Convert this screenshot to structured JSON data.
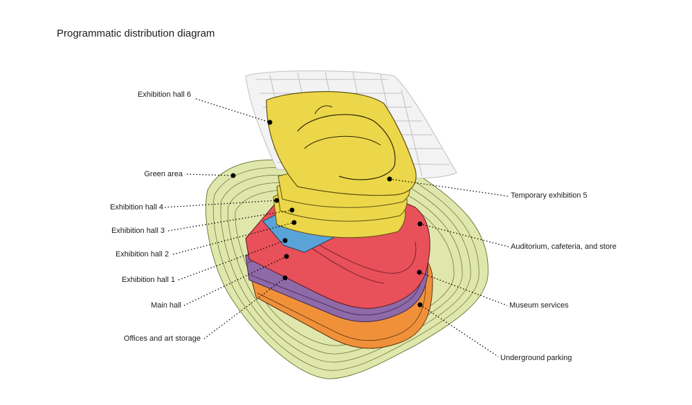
{
  "title": "Programmatic distribution diagram",
  "labels": {
    "exhibition_hall_6": "Exhibition hall 6",
    "green_area": "Green area",
    "exhibition_hall_4": "Exhibition hall 4",
    "exhibition_hall_3": "Exhibition hall 3",
    "exhibition_hall_2": "Exhibition hall 2",
    "exhibition_hall_1": "Exhibition hall 1",
    "main_hall": "Main hall",
    "offices_art_storage": "Offices and art storage",
    "temporary_exhibition_5": "Temporary exhibition 5",
    "auditorium_cafeteria_store": "Auditorium, cafeteria, and store",
    "museum_services": "Museum services",
    "underground_parking": "Underground parking"
  },
  "colors": {
    "green_area": "#dfe6a8",
    "parking": "#f0913a",
    "services": "#8e6aa8",
    "auditorium": "#e8505a",
    "hall_blue": "#5aa3d8",
    "halls_yellow": "#ecd74a",
    "roof_grid": "#bfbfbf"
  }
}
